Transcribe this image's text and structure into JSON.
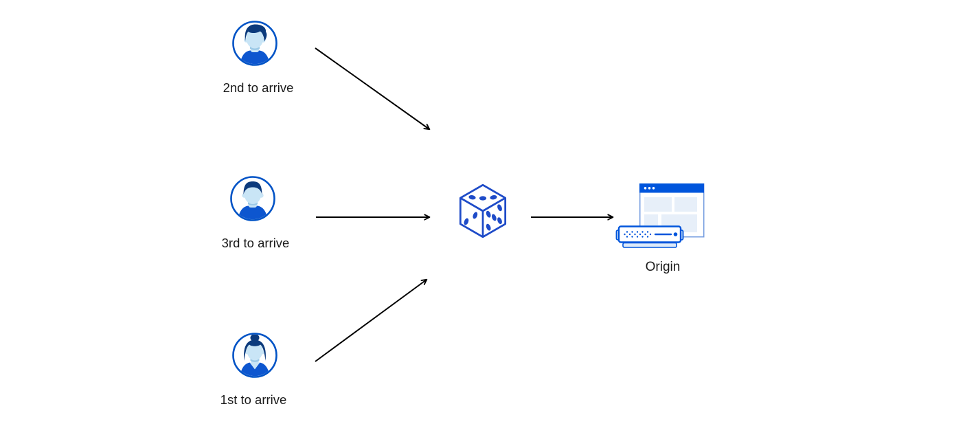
{
  "diagram": {
    "type": "flow-diagram",
    "background": "#ffffff",
    "colors": {
      "accent_blue": "#0055dc",
      "avatar_ring_blue": "#0053c6",
      "hair_navy": "#0c3a7c",
      "skin_light_blue": "#c9e5f6",
      "dice_blue": "#1e4bc8",
      "window_border_blue": "#789fe0",
      "panel_light_blue": "#e7eff9",
      "arrow_black": "#000000",
      "label_text": "#1a1a1a"
    },
    "clients": [
      {
        "label": "2nd to arrive",
        "icon": "male-avatar-swept-hair-icon"
      },
      {
        "label": "3rd to arrive",
        "icon": "male-avatar-short-hair-icon"
      },
      {
        "label": "1st to arrive",
        "icon": "female-avatar-bun-icon"
      }
    ],
    "randomizer": {
      "icon": "dice-icon"
    },
    "origin": {
      "label": "Origin",
      "icons": [
        "browser-window-icon",
        "server-icon"
      ]
    },
    "arrows": [
      {
        "from": "client-2nd-to-arrive",
        "to": "dice"
      },
      {
        "from": "client-3rd-to-arrive",
        "to": "dice"
      },
      {
        "from": "client-1st-to-arrive",
        "to": "dice"
      },
      {
        "from": "dice",
        "to": "origin"
      }
    ]
  }
}
